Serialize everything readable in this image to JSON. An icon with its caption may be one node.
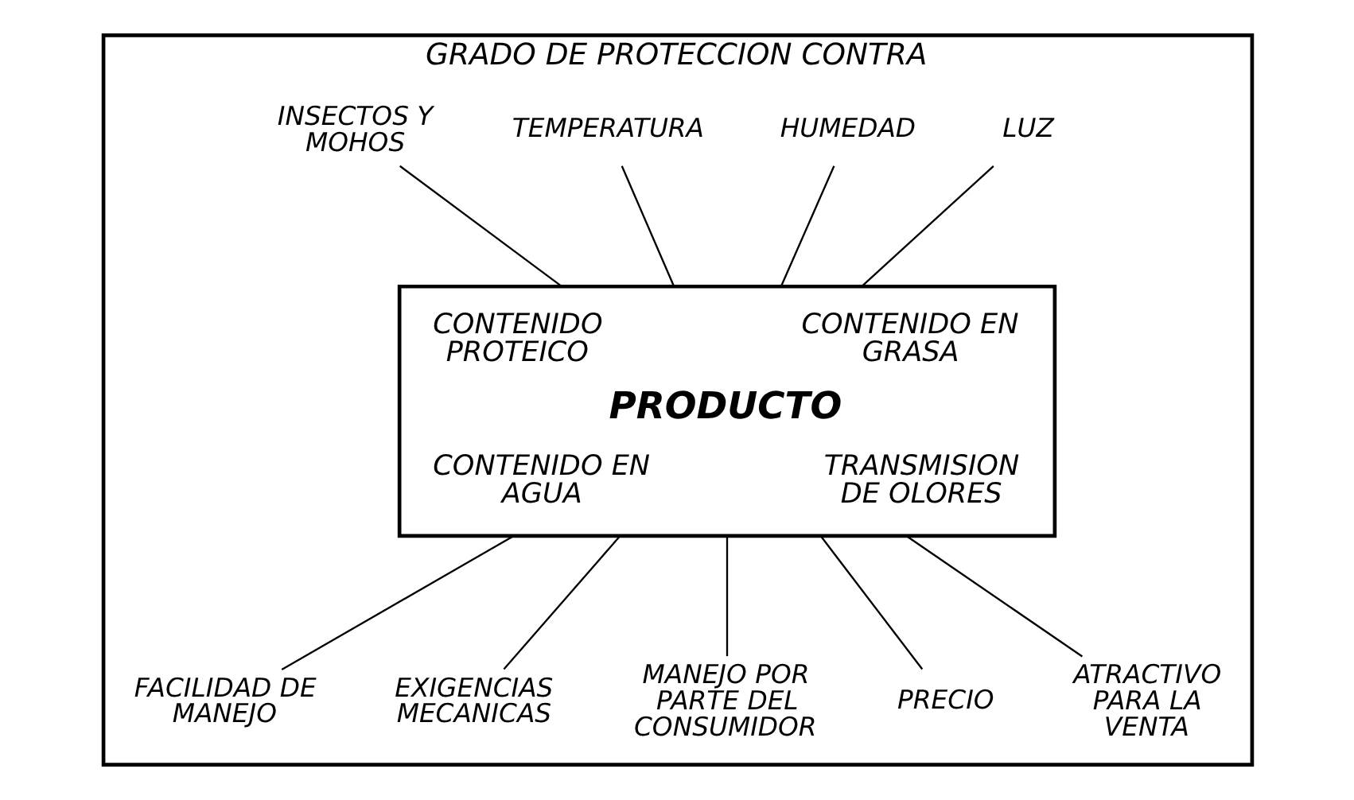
{
  "diagram": {
    "nodes": [
      {
        "text": [
          "GRADO DE PROTECCION CONTRA"
        ]
      },
      {
        "text": [
          "LUZ"
        ],
        "in": 0
      },
      {
        "text": [
          "HUMEDAD"
        ],
        "in": 0
      },
      {
        "text": [
          "TEMPERATURA"
        ],
        "in": 0
      },
      {
        "text": [
          "INSECTOS Y MOHOS"
        ],
        "in": 0
      },
      {
        "text": [
          "CONTENIDO PROTEICO",
          "CONTENIDO EN GRASA",
          "PRODUCTO",
          "CONTENIDO EN AGUA",
          "TRANSMISION DE OLORES"
        ],
        "in": 0
      },
      {
        "text": [
          "FACILIDAD DE MANEJO"
        ],
        "in": 0
      },
      {
        "text": [
          "EXIGENCIAS MECANICAS"
        ],
        "in": 0
      },
      {
        "text": [
          "MANEJO POR PARTE DEL CONSUMIDOR"
        ],
        "in": 0
      },
      {
        "text": [
          "PRECIO"
        ],
        "in": 0
      },
      {
        "text": [
          "ATRACTIVO PARA LA VENTA"
        ],
        "in": 0
      }
    ],
    "edges": [
      {
        "from": 1,
        "to": 5,
        "arrow": "none"
      },
      {
        "from": 2,
        "to": 5,
        "arrow": "none"
      },
      {
        "from": 3,
        "to": 5,
        "arrow": "none"
      },
      {
        "from": 4,
        "to": 5,
        "arrow": "none"
      },
      {
        "from": 5,
        "to": 6,
        "arrow": "none"
      },
      {
        "from": 5,
        "to": 7,
        "arrow": "none"
      },
      {
        "from": 5,
        "to": 8,
        "arrow": "none"
      },
      {
        "from": 5,
        "to": 9,
        "arrow": "none"
      },
      {
        "from": 5,
        "to": 10,
        "arrow": "none"
      }
    ]
  }
}
